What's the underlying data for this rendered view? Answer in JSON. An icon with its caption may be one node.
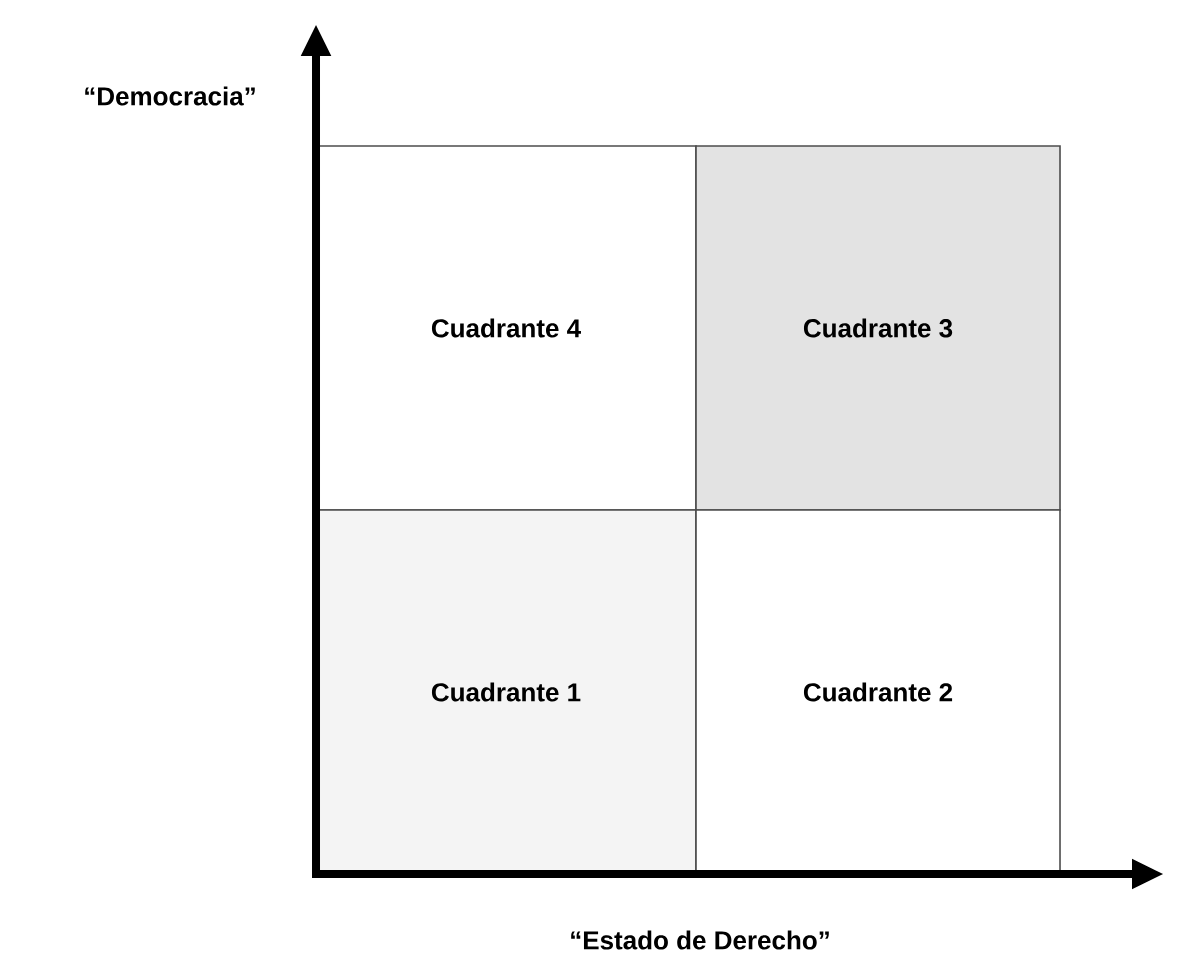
{
  "diagram": {
    "nodes": [
      {
        "text": [
          "Cuadrante 4"
        ]
      },
      {
        "text": [
          "Cuadrante 3"
        ]
      },
      {
        "text": [
          "Cuadrante 1"
        ]
      },
      {
        "text": [
          "Cuadrante 2"
        ]
      }
    ],
    "labels": [
      "“Democracia”",
      "“Estado de Derecho”"
    ]
  }
}
